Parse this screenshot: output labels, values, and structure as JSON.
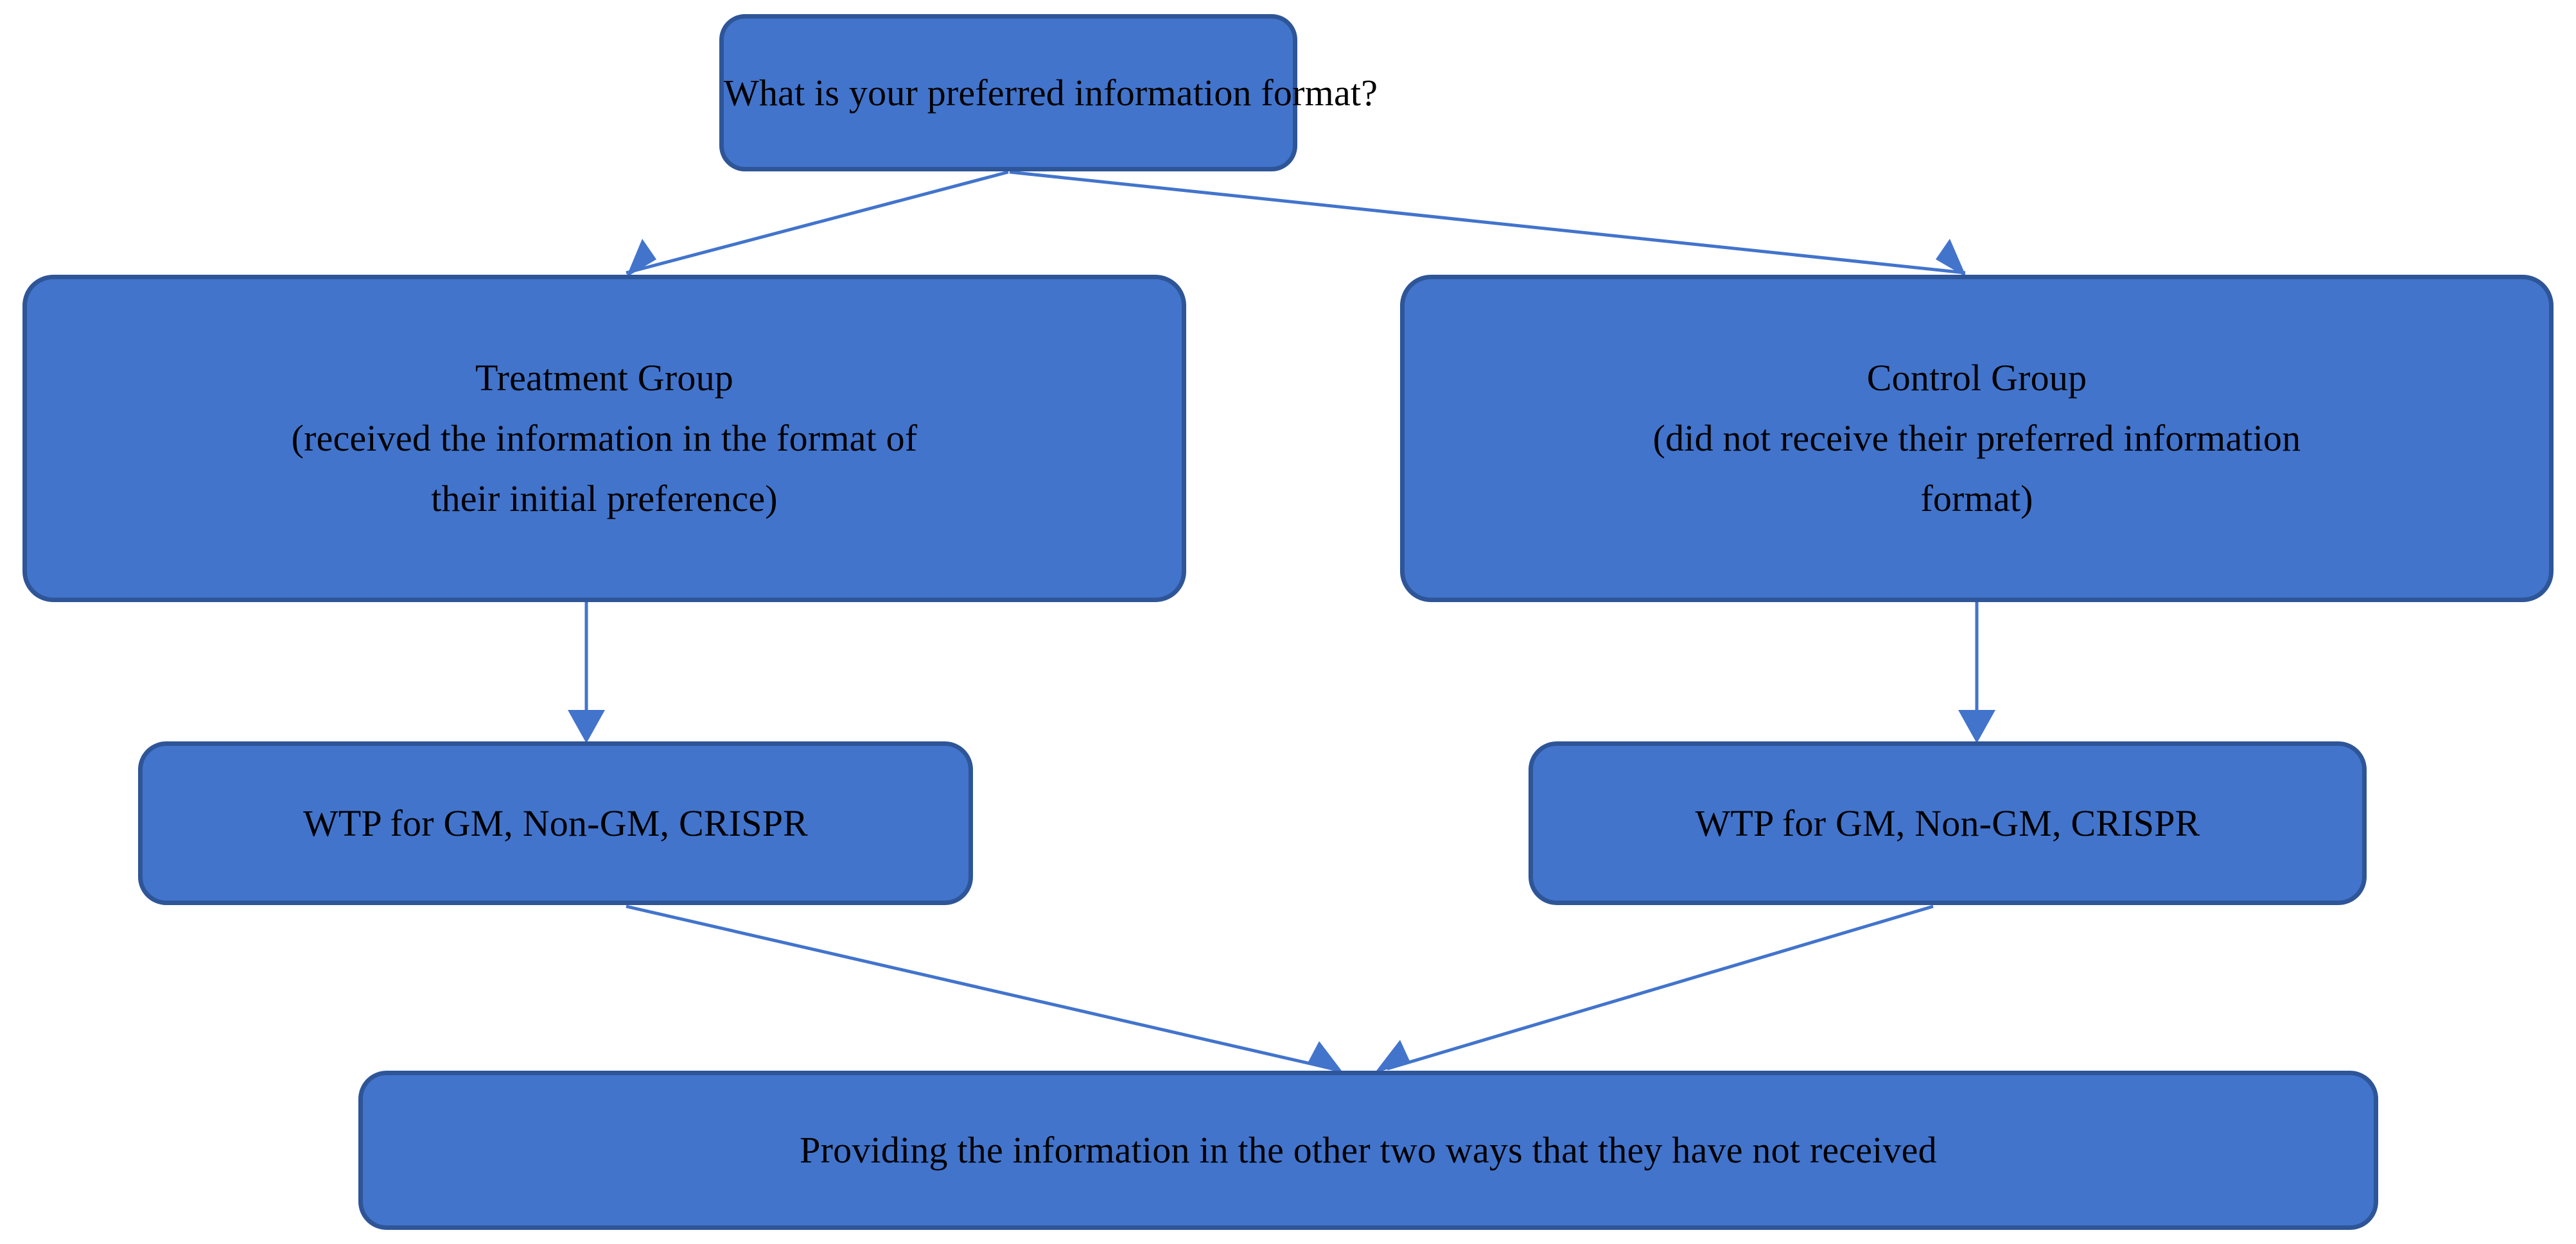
{
  "diagram": {
    "type": "flowchart",
    "orientation": "top-down",
    "theme": {
      "node_fill": "#4274CC",
      "node_border": "#2E5597",
      "connector_color": "#4274CC",
      "text_color": "#000000",
      "background": "#FFFFFF"
    },
    "nodes": [
      {
        "id": "question",
        "role": "root",
        "lines": [
          "What is your preferred information format?"
        ]
      },
      {
        "id": "treatment",
        "role": "branch-left",
        "lines": [
          "Treatment Group",
          "(received the information in the format of",
          "their initial preference)"
        ]
      },
      {
        "id": "control",
        "role": "branch-right",
        "lines": [
          "Control Group",
          "(did not receive their preferred information",
          "format)"
        ]
      },
      {
        "id": "wtp_left",
        "role": "measure-left",
        "lines": [
          "WTP for GM, Non-GM, CRISPR"
        ]
      },
      {
        "id": "wtp_right",
        "role": "measure-right",
        "lines": [
          "WTP for GM, Non-GM, CRISPR"
        ]
      },
      {
        "id": "final",
        "role": "outcome",
        "lines": [
          "Providing the information in the other two ways that they have not received"
        ]
      }
    ],
    "edges": [
      {
        "from": "question",
        "to": "treatment",
        "style": "diagonal-arrow"
      },
      {
        "from": "question",
        "to": "control",
        "style": "diagonal-arrow"
      },
      {
        "from": "treatment",
        "to": "wtp_left",
        "style": "vertical-arrow"
      },
      {
        "from": "control",
        "to": "wtp_right",
        "style": "vertical-arrow"
      },
      {
        "from": "wtp_left",
        "to": "final",
        "style": "diagonal-arrow"
      },
      {
        "from": "wtp_right",
        "to": "final",
        "style": "diagonal-arrow"
      }
    ]
  }
}
